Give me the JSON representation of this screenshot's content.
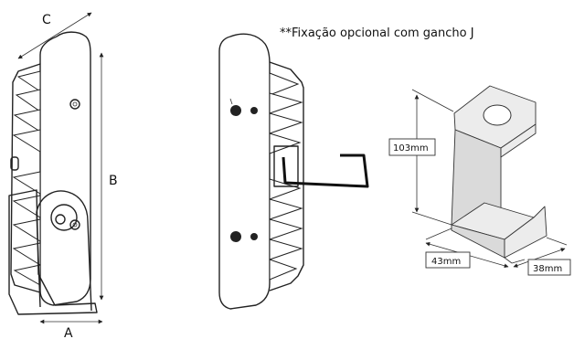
{
  "labels": {
    "dim_a": "A",
    "dim_b": "B",
    "dim_c": "C",
    "note": "**Fixação opcional com gancho J",
    "height": "103mm",
    "width": "43mm",
    "depth": "38mm"
  },
  "colors": {
    "line": "#222222",
    "hook_fill": "#ececec",
    "hook_shadow": "#dadada"
  }
}
